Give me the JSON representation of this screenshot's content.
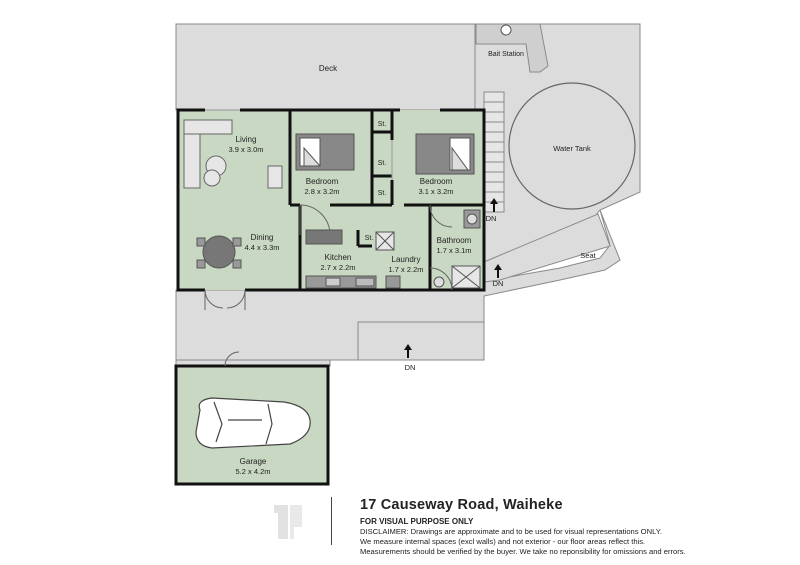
{
  "rooms": {
    "deck": {
      "name": "Deck"
    },
    "bait_station": {
      "name": "Bait Station"
    },
    "water_tank": {
      "name": "Water Tank"
    },
    "living": {
      "name": "Living",
      "dims": "3.9 x 3.0m"
    },
    "bedroom1": {
      "name": "Bedroom",
      "dims": "2.8 x 3.2m"
    },
    "bedroom2": {
      "name": "Bedroom",
      "dims": "3.1 x 3.2m"
    },
    "dining": {
      "name": "Dining",
      "dims": "4.4 x 3.3m"
    },
    "kitchen": {
      "name": "Kitchen",
      "dims": "2.7 x 2.2m"
    },
    "laundry": {
      "name": "Laundry",
      "dims": "1.7 x 2.2m"
    },
    "bathroom": {
      "name": "Bathroom",
      "dims": "1.7 x 3.1m"
    },
    "seat": {
      "name": "Seat"
    },
    "garage": {
      "name": "Garage",
      "dims": "5.2 x 4.2m"
    }
  },
  "labels": {
    "storage": "St.",
    "down": "DN"
  },
  "footer": {
    "address": "17 Causeway Road, Waiheke",
    "visual_purpose": "FOR VISUAL PURPOSE ONLY",
    "disclaimer_lines": [
      "DISCLAIMER:  Drawings are approximate and to be used for visual representations ONLY.",
      "We measure internal spaces (excl walls) and not exterior - our floor areas reflect this.",
      "Measurements should be verified by the buyer. We take no reponsibility for omissions and errors."
    ]
  },
  "colors": {
    "deck": "#dcdcdc",
    "room": "#c9d8c2",
    "wall": "#111111",
    "outline": "#8a8a8a"
  }
}
